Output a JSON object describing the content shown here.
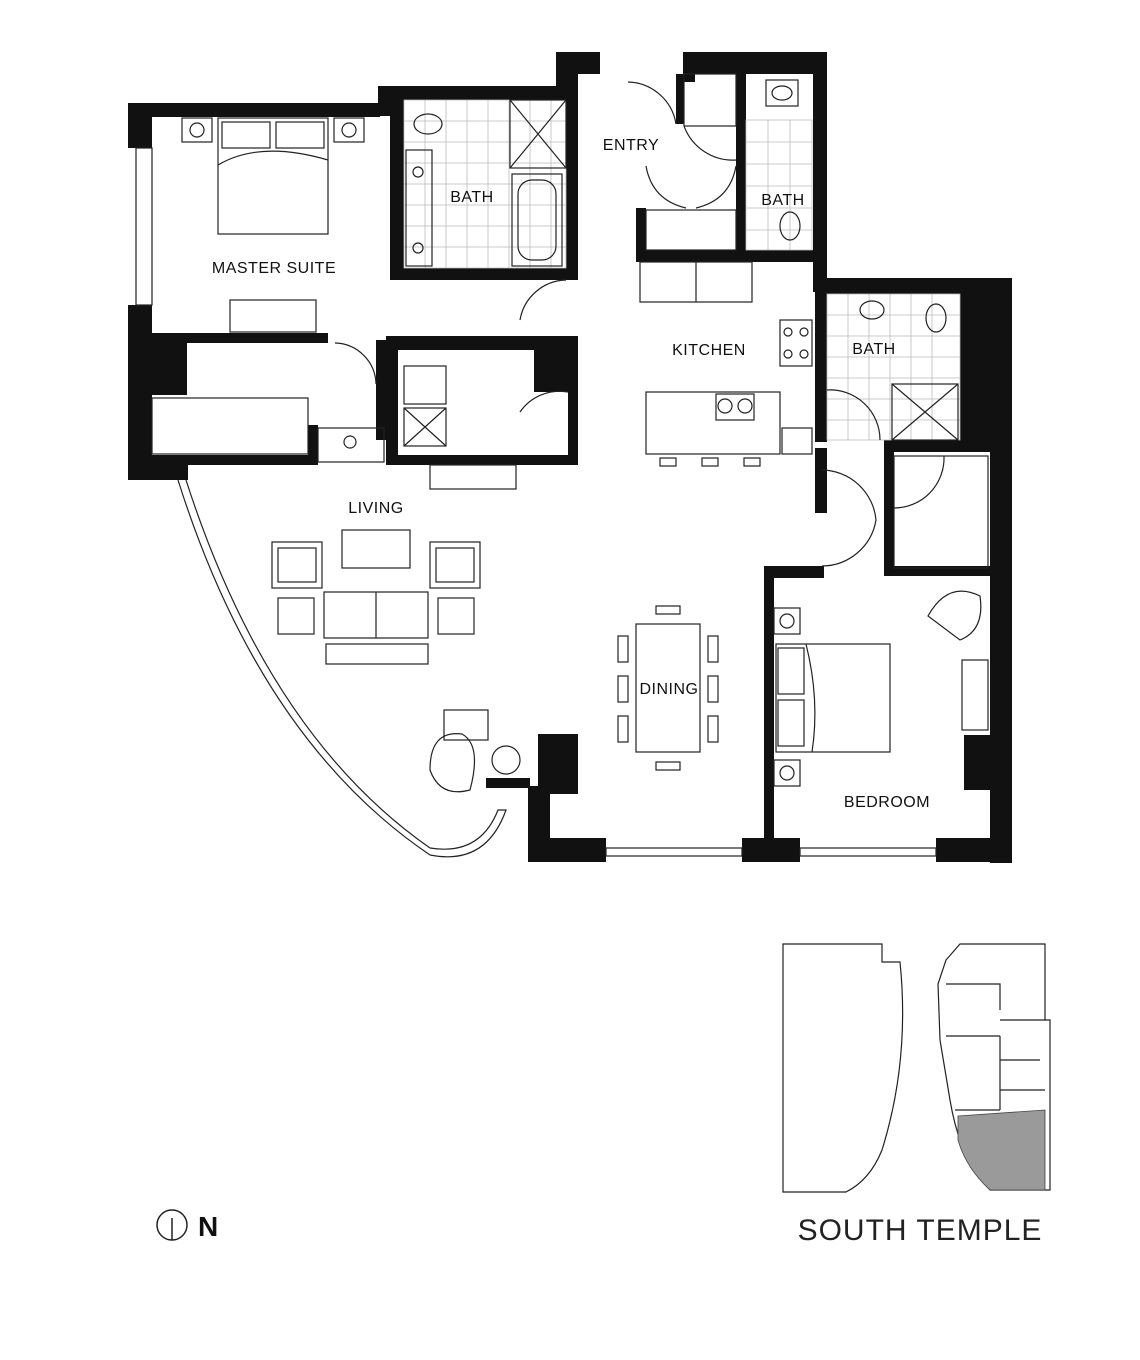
{
  "rooms": {
    "master_suite": "MASTER SUITE",
    "bath_master": "BATH",
    "entry": "ENTRY",
    "bath_entry": "BATH",
    "kitchen": "KITCHEN",
    "bath_bedroom": "BATH",
    "living": "LIVING",
    "dining": "DINING",
    "bedroom": "BEDROOM"
  },
  "compass": {
    "label": "N"
  },
  "key_plan": {
    "title": "SOUTH TEMPLE"
  },
  "colors": {
    "wall": "#111111",
    "highlight": "#9a9a9a"
  }
}
